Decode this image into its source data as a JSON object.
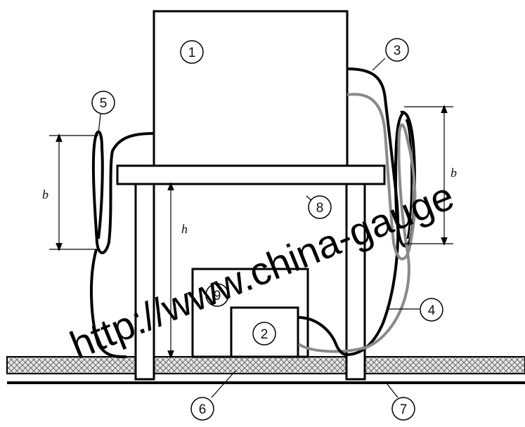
{
  "callouts": {
    "c1": "1",
    "c2": "2",
    "c3": "3",
    "c4": "4",
    "c5": "5",
    "c6": "6",
    "c7": "7",
    "c8": "8",
    "c9": "9"
  },
  "dimensions": {
    "b_left": "b",
    "b_right": "b",
    "h": "h"
  },
  "watermark": "http://www.china-gauge",
  "colors": {
    "line": "#000000",
    "grey_cable": "#8a8a8a",
    "floor_fill": "#d9d9d9"
  }
}
